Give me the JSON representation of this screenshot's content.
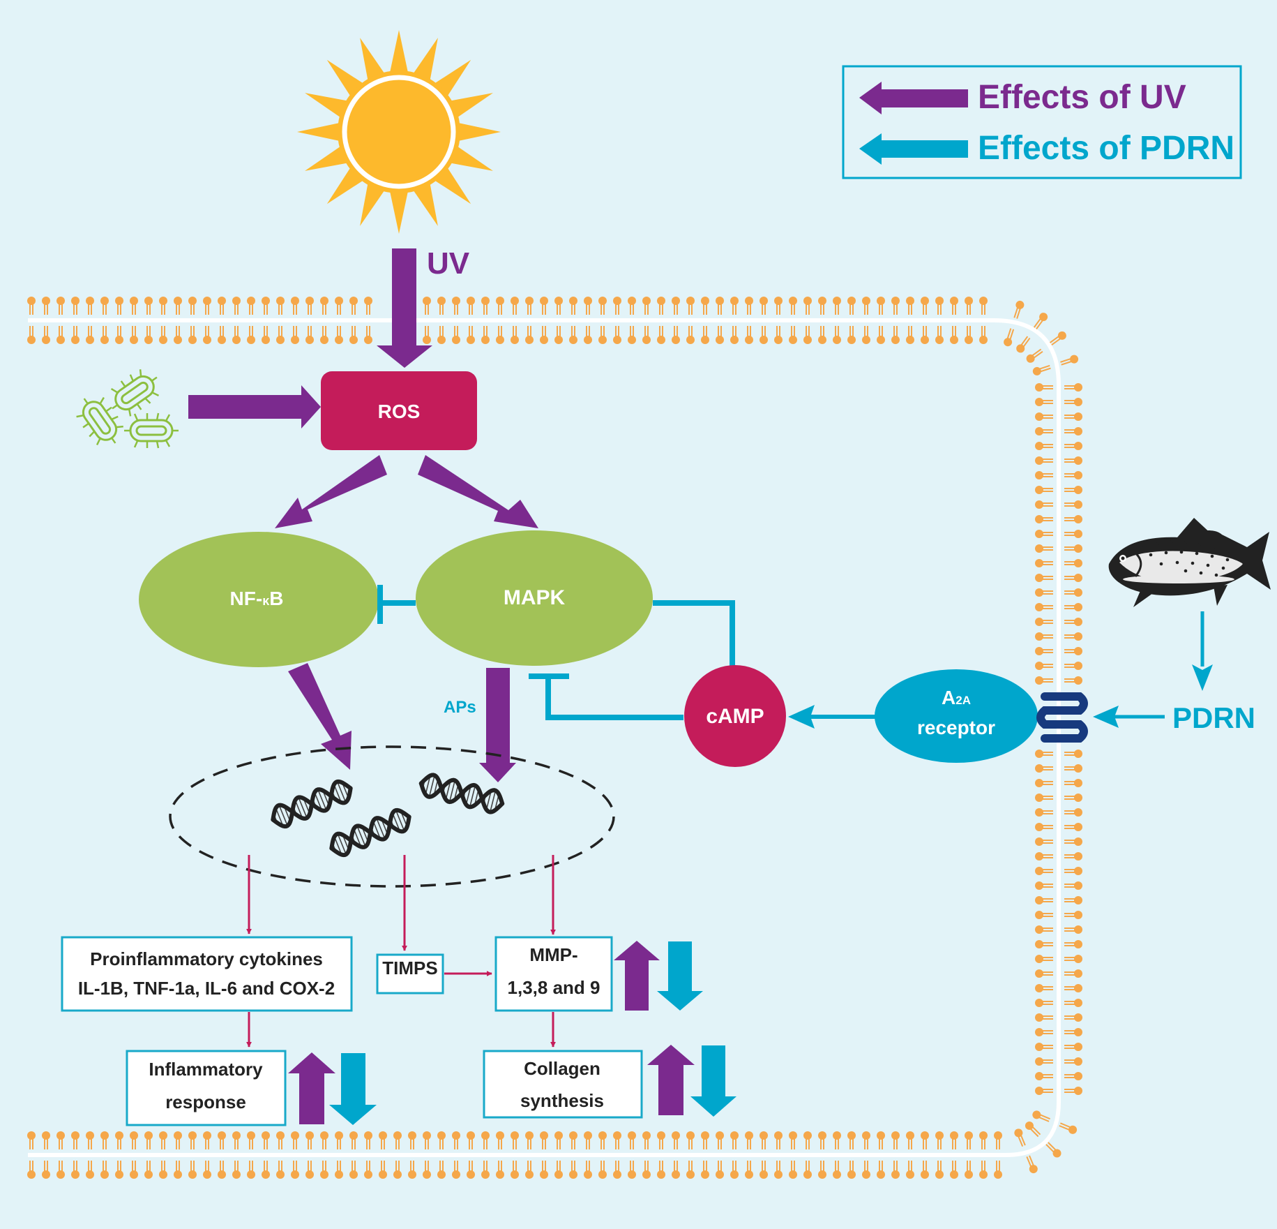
{
  "legend": {
    "uv_effects": "Effects of UV",
    "pdrn_effects": "Effects of PDRN"
  },
  "nodes": {
    "uv": "UV",
    "ros": "ROS",
    "nfkb_prefix": "NF-",
    "nfkb_kappa": "κ",
    "nfkb_suffix": "B",
    "mapk": "MAPK",
    "aps": "APs",
    "camp": "cAMP",
    "a2a_letter": "A",
    "a2a_sub": "2A",
    "a2a_receptor": "receptor",
    "pdrn": "PDRN"
  },
  "boxes": {
    "cytokines_line1": "Proinflammatory cytokines",
    "cytokines_line2": "IL-1B, TNF-1a, IL-6 and COX-2",
    "timps": "TIMPS",
    "mmp_line1": "MMP-",
    "mmp_line2": "1,3,8 and 9",
    "inflam_line1": "Inflammatory",
    "inflam_line2": "response",
    "collagen_line1": "Collagen",
    "collagen_line2": "synthesis"
  },
  "colors": {
    "background": "#e2f3f8",
    "uv_purple": "#7b2a8e",
    "pdrn_cyan": "#00a6cc",
    "ros_magenta": "#c41c5a",
    "node_green": "#a2c257",
    "lipid_orange": "#f5a74a",
    "sun_yellow": "#fdb92c",
    "bacteria_green": "#8cbf3f",
    "receptor_navy": "#173a7e",
    "box_border": "#18a9c9"
  },
  "icons": [
    "sun-icon",
    "bacteria-icon",
    "dna-icon",
    "fish-icon",
    "receptor-icon"
  ]
}
